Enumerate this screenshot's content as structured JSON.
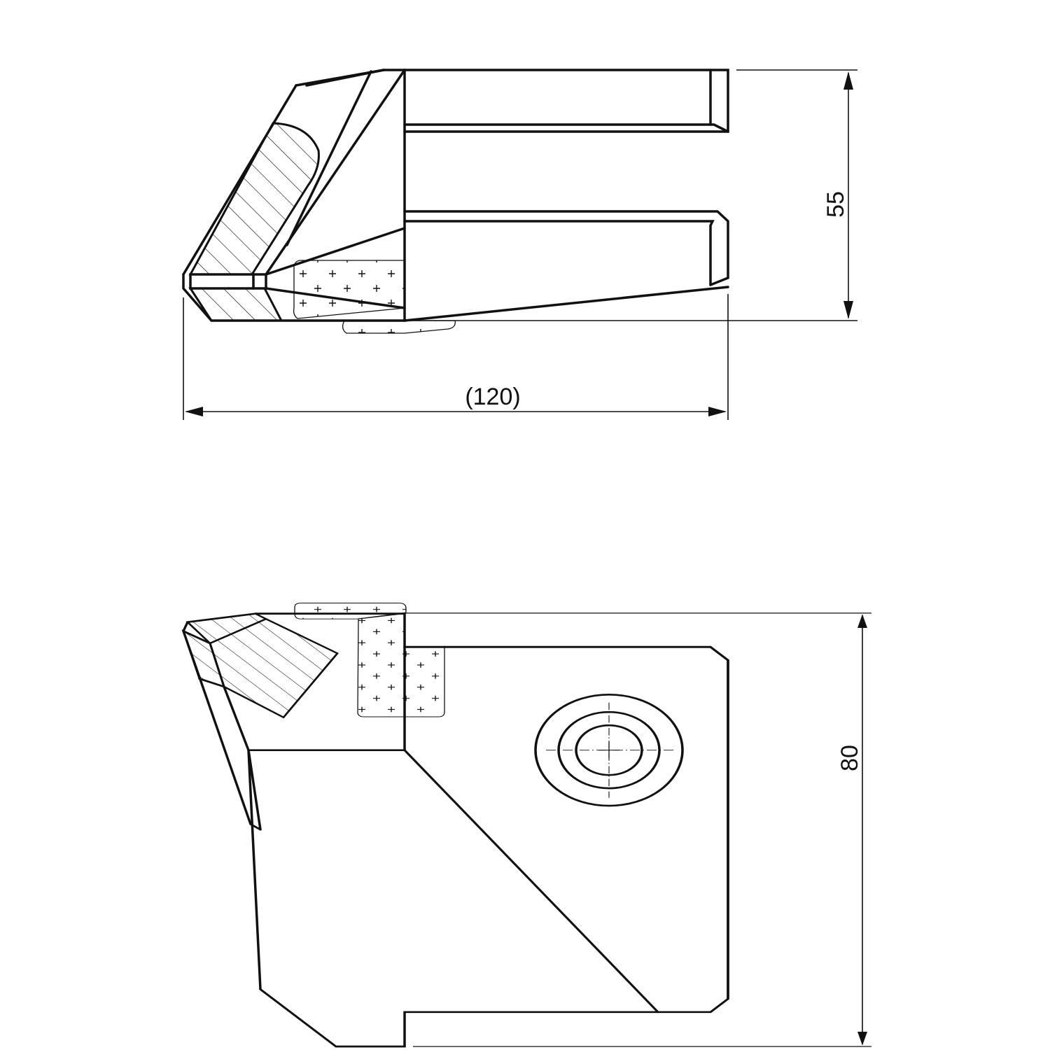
{
  "dimensions": {
    "length": "(120)",
    "height_side": "55",
    "height_front": "80"
  },
  "line_color": "#111111",
  "background_color": "#ffffff"
}
